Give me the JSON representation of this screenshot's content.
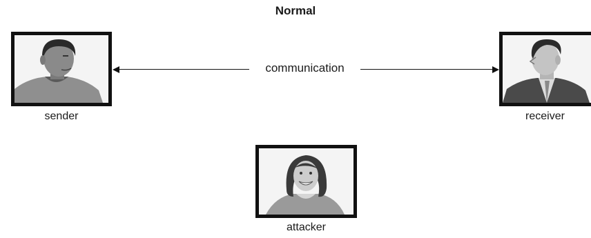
{
  "title": "Normal",
  "participants": {
    "sender": "sender",
    "receiver": "receiver",
    "attacker": "attacker"
  },
  "link": {
    "label": "communication",
    "direction": "bidirectional"
  },
  "colors": {
    "frame": "#111111",
    "text": "#1a1a1a",
    "background": "#ffffff"
  }
}
